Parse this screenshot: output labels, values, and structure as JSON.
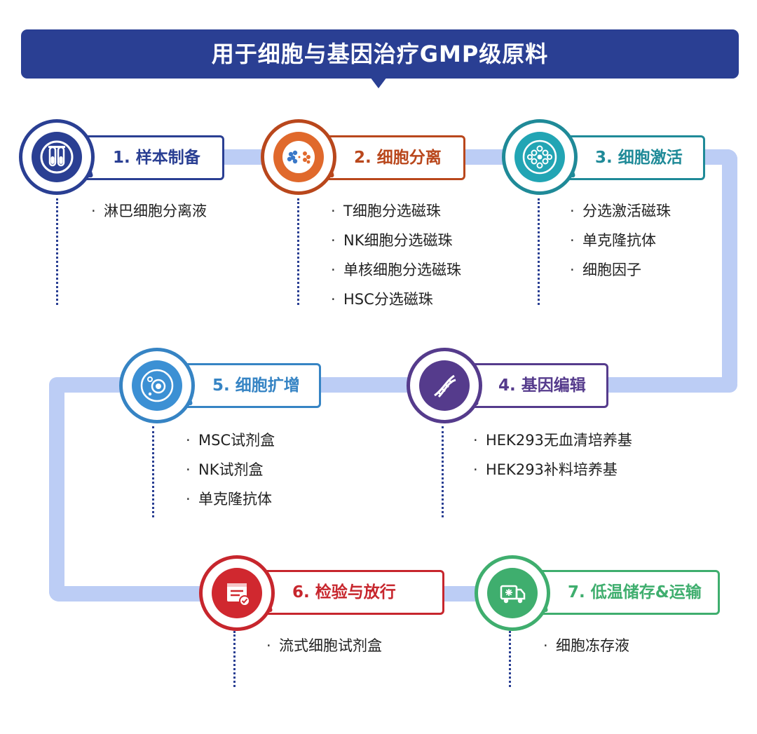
{
  "title": "用于细胞与基因治疗GMP级原料",
  "colors": {
    "banner": "#2a3f93",
    "track": "#bccdf5",
    "stage1": "#2a3f93",
    "stage2": "#b9471c",
    "stage3": "#1f8a98",
    "stage4": "#553b8c",
    "stage5": "#3684c4",
    "stage6": "#c7262d",
    "stage7": "#3fae6e"
  },
  "stages": [
    {
      "title": "1. 样本制备",
      "icon": "test-tubes-icon",
      "items": [
        "淋巴细胞分离液"
      ]
    },
    {
      "title": "2. 细胞分离",
      "icon": "cell-separation-icon",
      "items": [
        "T细胞分选磁珠",
        "NK细胞分选磁珠",
        "单核细胞分选磁珠",
        "HSC分选磁珠"
      ]
    },
    {
      "title": "3. 细胞激活",
      "icon": "cell-cluster-icon",
      "items": [
        "分选激活磁珠",
        "单克隆抗体",
        "细胞因子"
      ]
    },
    {
      "title": "4. 基因编辑",
      "icon": "dna-icon",
      "items": [
        "HEK293无血清培养基",
        "HEK293补料培养基"
      ]
    },
    {
      "title": "5. 细胞扩增",
      "icon": "cell-expansion-icon",
      "items": [
        "MSC试剂盒",
        "NK试剂盒",
        "单克隆抗体"
      ]
    },
    {
      "title": "6. 检验与放行",
      "icon": "report-check-icon",
      "items": [
        "流式细胞试剂盒"
      ]
    },
    {
      "title": "7. 低温储存&运输",
      "icon": "cold-truck-icon",
      "items": [
        "细胞冻存液"
      ]
    }
  ],
  "bullet": "·"
}
